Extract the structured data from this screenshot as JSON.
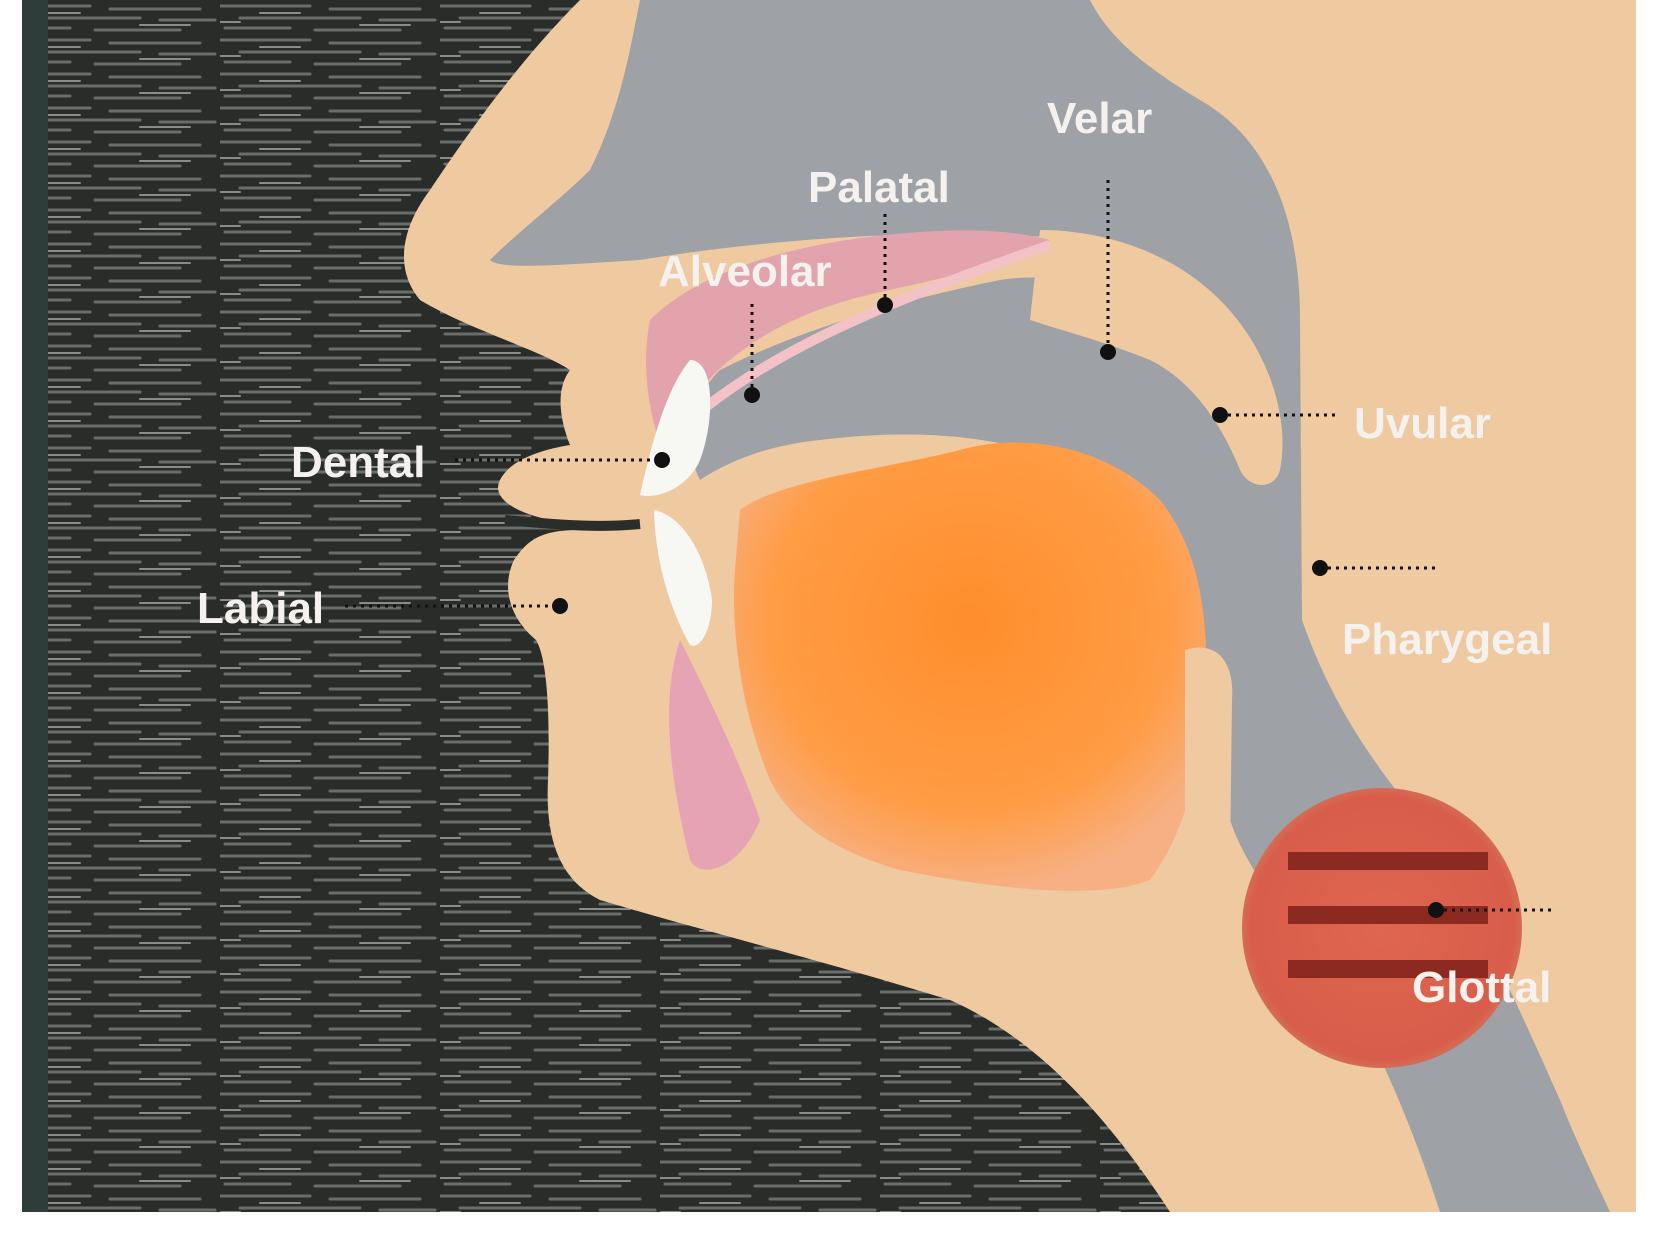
{
  "diagram": {
    "labels": {
      "velar": "Velar",
      "palatal": "Palatal",
      "alveolar": "Alveolar",
      "dental": "Dental",
      "labial": "Labial",
      "uvular": "Uvular",
      "pharyngeal": "Pharygeal",
      "glottal": "Glottal"
    },
    "colors": {
      "background_dark": "#2b2d2b",
      "skin": "#efc9a0",
      "airway": "#9ea1a6",
      "palate": "#e2a3ad",
      "tongue": "#ff9a3e",
      "teeth": "#f7f7f3",
      "glottis": "#d9624f",
      "vocal_folds": "#8c2a22",
      "label_text": "#f4f1ee",
      "dots": "#111111"
    }
  }
}
